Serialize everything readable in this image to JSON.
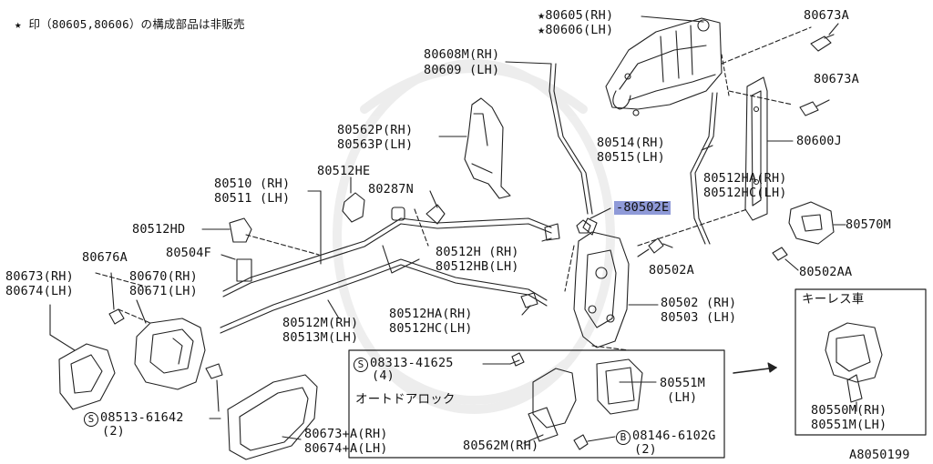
{
  "note": "★ 印（80605,80606）の構成部品は非販売",
  "diagram_id": "A8050199",
  "accent_color": "#8f9ad8",
  "parts": {
    "p80605": "★80605(RH)",
    "p80606": "★80606(LH)",
    "p80673A_1": "80673A",
    "p80673A_2": "80673A",
    "p80608M": "80608M(RH)",
    "p80609": "80609 (LH)",
    "p80562P": "80562P(RH)",
    "p80563P": "80563P(LH)",
    "p80514": "80514(RH)",
    "p80515": "80515(LH)",
    "p80600J": "80600J",
    "p80510": "80510 (RH)",
    "p80511": "80511 (LH)",
    "p80512HE": "80512HE",
    "p80287N": "80287N",
    "p80512HA_top": "80512HA(RH)",
    "p80512HC_top": "80512HC(LH)",
    "p80502E": "-80502E",
    "p80570M": "80570M",
    "p80512HD": "80512HD",
    "p80504F": "80504F",
    "p80512H": "80512H (RH)",
    "p80512HB": "80512HB(LH)",
    "p80502A": "80502A",
    "p80502AA": "80502AA",
    "p80676A": "80676A",
    "p80673": "80673(RH)",
    "p80674": "80674(LH)",
    "p80670": "80670(RH)",
    "p80671": "80671(LH)",
    "p80512M": "80512M(RH)",
    "p80513M": "80513M(LH)",
    "p80512HA_mid": "80512HA(RH)",
    "p80512HC_mid": "80512HC(LH)",
    "p80502": "80502 (RH)",
    "p80503": "80503 (LH)",
    "keyless_title": "キーレス車",
    "p80550M": "80550M(RH)",
    "p80551M_k": "80551M(LH)",
    "s08313": "08313-41625",
    "s08313_qty": "(4)",
    "s_mark": "S",
    "s08513": "08513-61642",
    "s08513_qty": "(2)",
    "b_mark": "B",
    "b08146": "08146-6102G",
    "b08146_qty": "(2)",
    "autolock": "オートドアロック",
    "p80551M": "80551M",
    "p80551M_lh": "(LH)",
    "p80562M": "80562M(RH)",
    "p80673plus": "80673+A(RH)",
    "p80674plus": "80674+A(LH)"
  }
}
